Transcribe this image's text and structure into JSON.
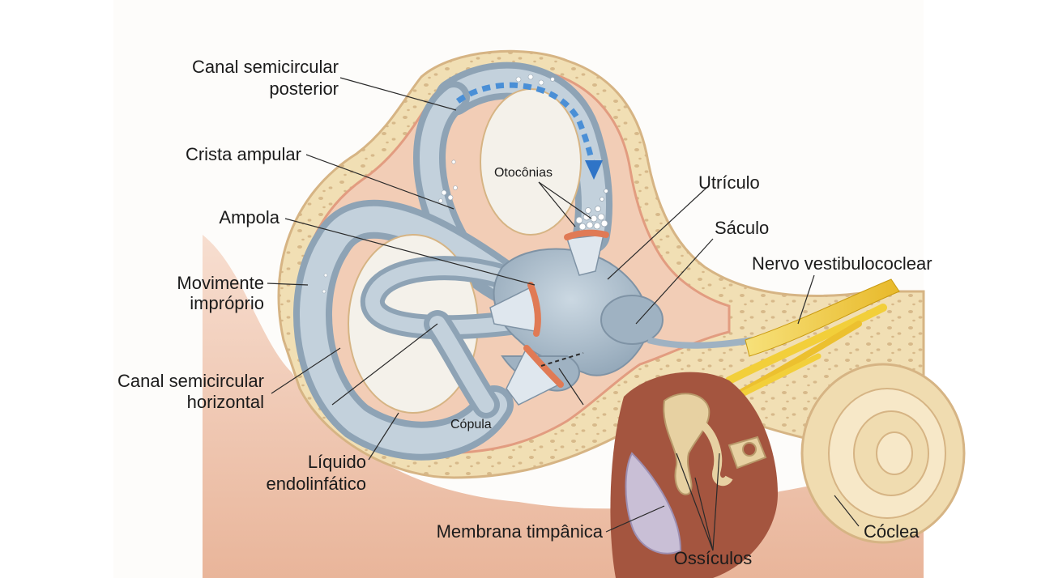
{
  "labels": {
    "canal_posterior": [
      "Canal semicircular",
      "posterior"
    ],
    "crista_ampular": "Crista ampular",
    "ampola": "Ampola",
    "movimento_improprio": [
      "Movimente",
      "impróprio"
    ],
    "canal_horizontal": [
      "Canal semicircular",
      "horizontal"
    ],
    "liquido_endolinfatico": [
      "Líquido",
      "endolinfático"
    ],
    "otoconias": "Otocônias",
    "utriculo": "Utrículo",
    "saculo": "Sáculo",
    "nervo": "Nervo vestibulococlear",
    "cupula": "Cópula",
    "membrana": "Membrana timpânica",
    "ossiculos": "Ossículos",
    "coclea": "Cóclea"
  },
  "colors": {
    "background": "#ffffff",
    "bone": "#f1dfb4",
    "bone_edge": "#d9b98a",
    "membrane_pink": "#e9a48e",
    "canal_fill": "#a9bccb",
    "canal_inner": "#c5d3de",
    "vestibule": "#9fb2c2",
    "hair_cells": "#e07a55",
    "arrow_blue": "#2f74c7",
    "nerve": "#f2cf3a",
    "middle_ear": "#a4553f",
    "ossicle": "#e7d1a2",
    "eardrum": "#c9bfd6",
    "skin": "#efc6aa"
  }
}
